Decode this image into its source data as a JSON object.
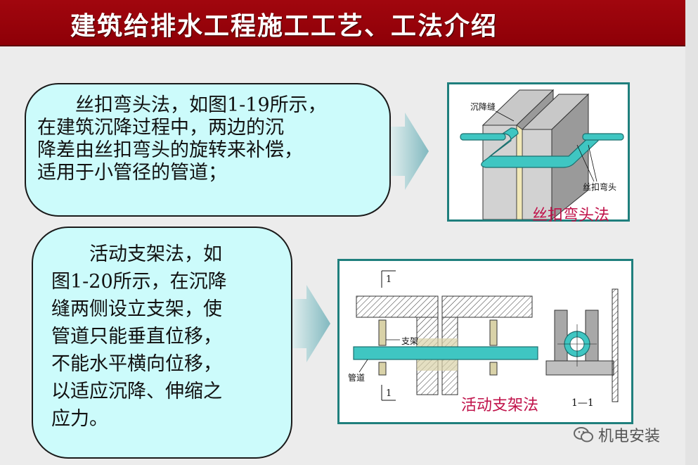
{
  "title": "建筑给排水工程施工工艺、工法介绍",
  "bubble1": {
    "lines": [
      "　　丝扣弯头法，如图1-19所示，",
      "在建筑沉降过程中，两边的沉",
      "降差由丝扣弯头的旋转来补偿，",
      "适用于小管径的管道；"
    ]
  },
  "bubble2": {
    "lines": [
      "　　活动支架法，如",
      "图1-20所示，在沉降",
      "缝两侧设立支架，使",
      "管道只能垂直位移，",
      "不能水平横向位移，",
      "以适应沉降、伸缩之",
      "应力。"
    ]
  },
  "figure1": {
    "caption": "丝扣弯头法",
    "label_settlement_joint": "沉降缝",
    "label_elbow": "丝扣弯头"
  },
  "figure2": {
    "caption": "活动支架法",
    "label_support": "支架",
    "label_pipe": "管道",
    "label_section_top": "1",
    "label_section_bottom": "1",
    "label_section_view": "1—1"
  },
  "watermark": "机电安装",
  "colors": {
    "title_bg": "#9a0610",
    "bubble_bg": "#ccfbfb",
    "pipe": "#3fc6c2",
    "caption": "#c0124a",
    "frame": "#1f7f7d"
  }
}
